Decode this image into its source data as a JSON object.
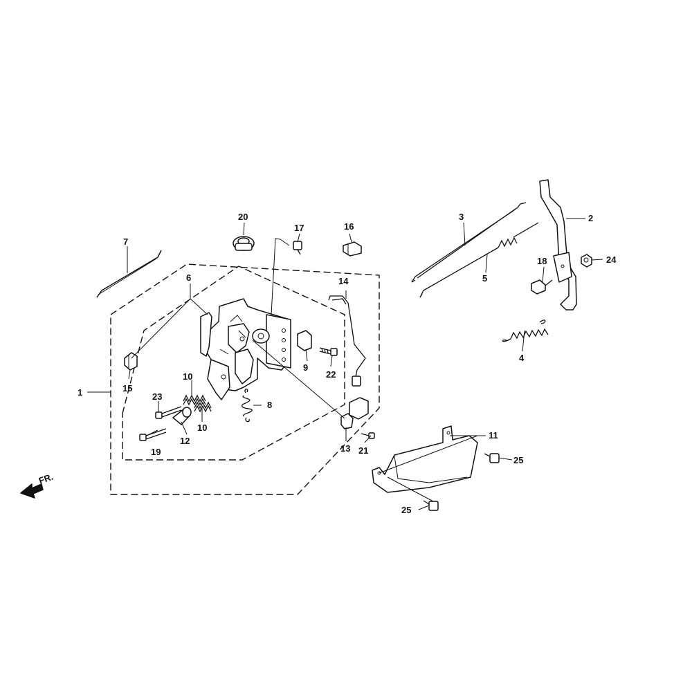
{
  "diagram": {
    "direction_label": "FR.",
    "callouts": [
      {
        "id": "c1",
        "label": "1"
      },
      {
        "id": "c2",
        "label": "2"
      },
      {
        "id": "c3",
        "label": "3"
      },
      {
        "id": "c4",
        "label": "4"
      },
      {
        "id": "c5",
        "label": "5"
      },
      {
        "id": "c6",
        "label": "6"
      },
      {
        "id": "c7",
        "label": "7"
      },
      {
        "id": "c8",
        "label": "8"
      },
      {
        "id": "c9",
        "label": "9"
      },
      {
        "id": "c10a",
        "label": "10"
      },
      {
        "id": "c10b",
        "label": "10"
      },
      {
        "id": "c11",
        "label": "11"
      },
      {
        "id": "c12",
        "label": "12"
      },
      {
        "id": "c13",
        "label": "13"
      },
      {
        "id": "c14",
        "label": "14"
      },
      {
        "id": "c15",
        "label": "15"
      },
      {
        "id": "c16",
        "label": "16"
      },
      {
        "id": "c17",
        "label": "17"
      },
      {
        "id": "c18",
        "label": "18"
      },
      {
        "id": "c19",
        "label": "19"
      },
      {
        "id": "c20",
        "label": "20"
      },
      {
        "id": "c21",
        "label": "21"
      },
      {
        "id": "c22",
        "label": "22"
      },
      {
        "id": "c23",
        "label": "23"
      },
      {
        "id": "c24",
        "label": "24"
      },
      {
        "id": "c25a",
        "label": "25"
      },
      {
        "id": "c25b",
        "label": "25"
      }
    ]
  }
}
